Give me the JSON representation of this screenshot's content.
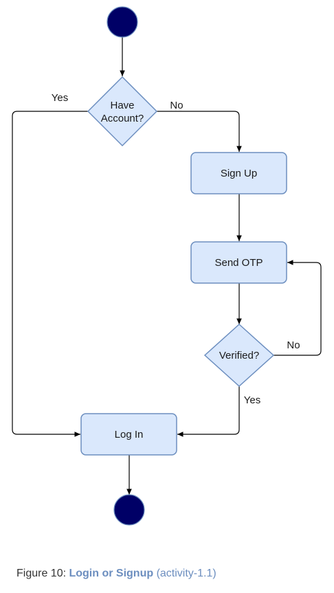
{
  "colors": {
    "box_fill": "#dae8fc",
    "box_stroke": "#6c8ebf",
    "terminal_fill": "#000066",
    "terminal_stroke": "#6c8ebf",
    "line": "#000000",
    "caption_accent": "#6c8ebf"
  },
  "nodes": {
    "have_account": "Have Account?",
    "have_account_line1": "Have",
    "have_account_line2": "Account?",
    "sign_up": "Sign Up",
    "send_otp": "Send OTP",
    "verified": "Verified?",
    "log_in": "Log In"
  },
  "edge_labels": {
    "have_account_yes": "Yes",
    "have_account_no": "No",
    "verified_no": "No",
    "verified_yes": "Yes"
  },
  "caption": {
    "prefix": "Figure 10: ",
    "title": "Login or Signup",
    "id": " (activity-1.1)"
  }
}
